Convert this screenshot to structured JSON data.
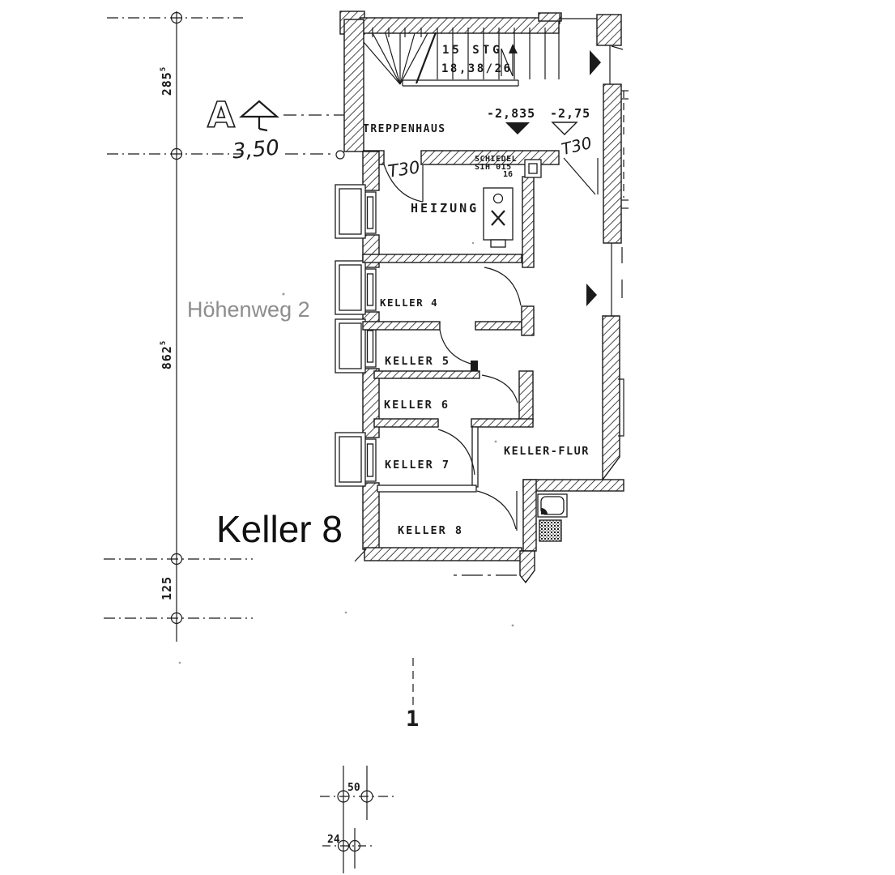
{
  "plan": {
    "rooms": {
      "treppenhaus": "TREPPENHAUS",
      "heizung": "HEIZUNG",
      "keller4": "KELLER 4",
      "keller5": "KELLER 5",
      "keller6": "KELLER 6",
      "keller7": "KELLER 7",
      "keller8": "KELLER 8",
      "kellerflur": "KELLER-FLUR"
    },
    "stairs": {
      "count": "15 STG",
      "rise_run": "18,38/26"
    },
    "levels": {
      "floor": "-2,835",
      "landing": "-2,75"
    },
    "chimney": {
      "brand": "SCHIEDEL",
      "model": "SIH 015",
      "size": "16"
    },
    "handwritten": {
      "section_width": "3,50",
      "door_top": "T30",
      "door_heizung": "T30"
    },
    "section_marker": {
      "letter": "A"
    },
    "axis": {
      "dim_285": {
        "value": "285",
        "sup": "5"
      },
      "dim_862": {
        "value": "862",
        "sup": "5"
      },
      "dim_125": "125",
      "grid_label": "1",
      "dim_50": "50",
      "dim_24": "24"
    },
    "overlays": {
      "street": "Höhenweg 2",
      "unit": "Keller 8"
    },
    "colors": {
      "ink": "#1b1b1b",
      "overlay_gray": "#8d8d8d"
    }
  }
}
